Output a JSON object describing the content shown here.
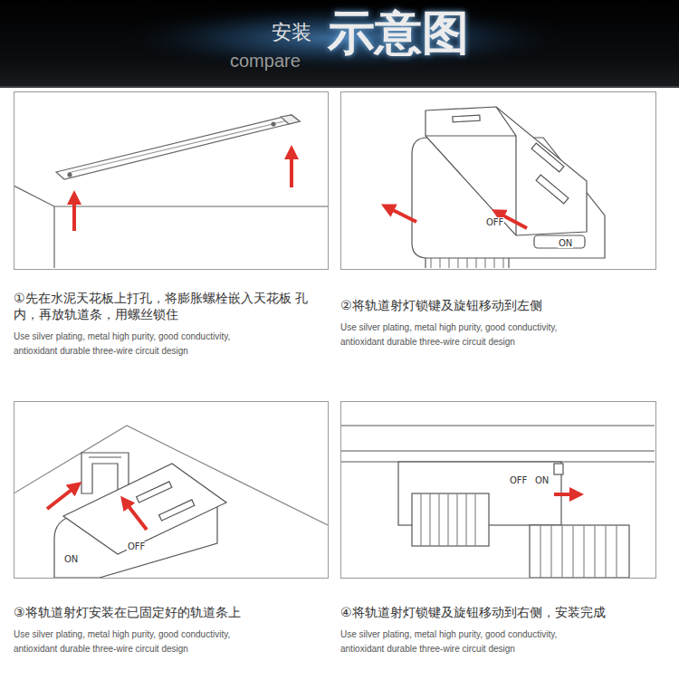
{
  "diagram": {
    "nodes": [
      {
        "text": [
          "①先在水泥天花板上打孔，将膨胀螺栓嵌入天花板 孔内，再放轨道条，用螺丝锁住",
          "Use silver plating, metal high purity, good conductivity, antioxidant durable three-wire circuit design"
        ]
      },
      {
        "text": [
          "②将轨道射灯锁键及旋钮移动到左侧",
          "Use silver plating, metal high purity, good conductivity, antioxidant durable three-wire circuit design"
        ]
      },
      {
        "text": [
          "③将轨道射灯安装在已固定好的轨道条上",
          "Use silver plating, metal high purity, good conductivity, antioxidant durable three-wire circuit design"
        ]
      },
      {
        "text": [
          "④将轨道射灯锁键及旋钮移动到右侧，安装完成",
          "Use silver plating, metal high purity, good conductivity, antioxidant durable three-wire circuit design"
        ]
      }
    ],
    "labels": [
      "安装",
      "示意图",
      "compare",
      "OFF",
      "ON",
      "ON",
      "OFF",
      "OFF",
      "ON"
    ]
  }
}
